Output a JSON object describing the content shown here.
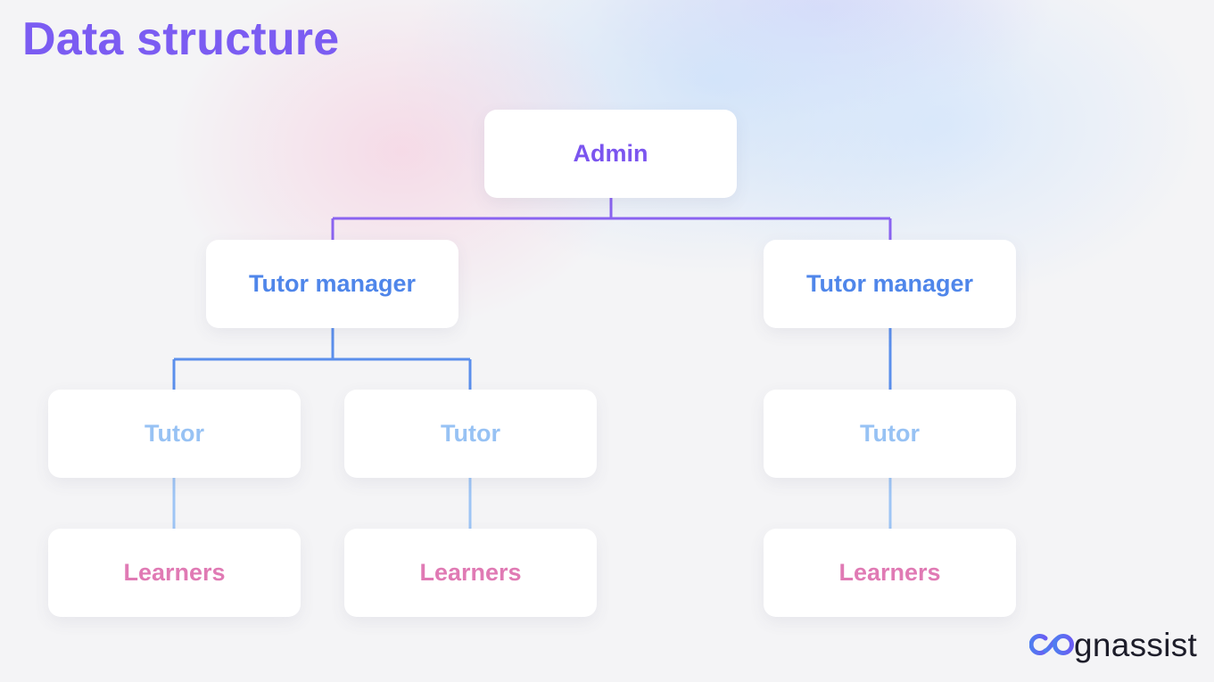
{
  "slide": {
    "title": "Data structure"
  },
  "diagram": {
    "root": {
      "label": "Admin"
    },
    "managers": [
      {
        "label": "Tutor manager",
        "tutors": [
          {
            "label": "Tutor",
            "learners": "Learners"
          },
          {
            "label": "Tutor",
            "learners": "Learners"
          }
        ]
      },
      {
        "label": "Tutor manager",
        "tutors": [
          {
            "label": "Tutor",
            "learners": "Learners"
          }
        ]
      }
    ]
  },
  "brand": {
    "logo_text": "gnassist",
    "logo_mark": "co-infinity-mark"
  },
  "colors": {
    "title": "#7b5cf2",
    "admin": "#7b55ef",
    "manager": "#4f86ea",
    "tutor": "#97c2f4",
    "learners": "#e07ab4",
    "connector_admin": "#8a63f0",
    "connector_manager": "#5b8fec",
    "connector_tutor": "#9ec5f5"
  }
}
